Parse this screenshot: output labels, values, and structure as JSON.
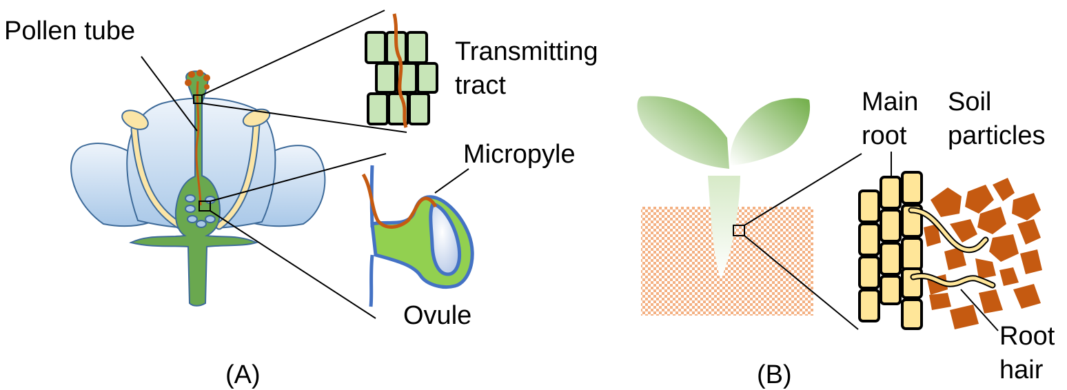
{
  "panel_a": {
    "caption": "(A)",
    "labels": {
      "pollen_tube": "Pollen tube",
      "transmitting_tract_line1": "Transmitting",
      "transmitting_tract_line2": "tract",
      "micropyle": "Micropyle",
      "ovule": "Ovule"
    }
  },
  "panel_b": {
    "caption": "(B)",
    "labels": {
      "main_root_line1": "Main",
      "main_root_line2": "root",
      "soil_particles_line1": "Soil",
      "soil_particles_line2": "particles",
      "root_hair_line1": "Root",
      "root_hair_line2": "hair"
    }
  },
  "colors": {
    "petal": "#cfe2f3",
    "petal_edge": "#3d6a99",
    "pistil": "#6aa84f",
    "pollen_tube": "#c55a11",
    "stamen": "#fbe5a6",
    "tract_cell": "#c7e5b7",
    "ovule_green": "#92d050",
    "ovule_blue": "#4472c4",
    "root_cell": "#ffe699",
    "soil": "#c55a11",
    "seedling": "#70ad47"
  }
}
